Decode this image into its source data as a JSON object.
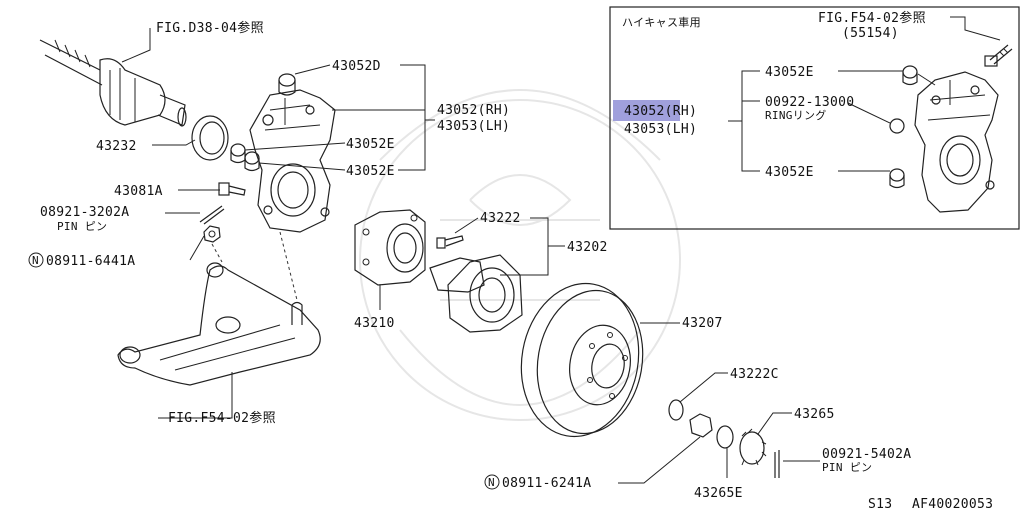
{
  "labels": {
    "fig_d38": "FIG.D38-04参照",
    "p43232": "43232",
    "p43081a": "43081A",
    "p08921": "08921-3202A",
    "pin1": "PIN ピン",
    "n08911_6441": "08911-6441A",
    "fig_f54_bottom": "FIG.F54-02参照",
    "p43052d": "43052D",
    "p43052rh": "43052(RH)",
    "p43053lh": "43053(LH)",
    "p43052e_a": "43052E",
    "p43052e_b": "43052E",
    "p43222": "43222",
    "p43202": "43202",
    "p43210": "43210",
    "p43207": "43207",
    "p43222c": "43222C",
    "p43265": "43265",
    "p00921": "00921-5402A",
    "pin2": "PIN ピン",
    "n08911_6241": "08911-6241A",
    "p43265e": "43265E"
  },
  "inset": {
    "title": "ハイキャス車用",
    "fig_f54": "FIG.F54-02参照",
    "p55154": "(55154)",
    "p43052e_top": "43052E",
    "p43052_rh": "43052(RH)",
    "p43053_lh": "43053(LH)",
    "p00922": "00922-13000",
    "ring": "RINGリング",
    "p43052e_bottom": "43052E"
  },
  "footer": {
    "model": "S13",
    "code": "AF40020053"
  },
  "circle_mark": "N",
  "colors": {
    "highlight": "#8f8fd6",
    "ink": "#222222",
    "watermark": "#e6e6e6"
  }
}
